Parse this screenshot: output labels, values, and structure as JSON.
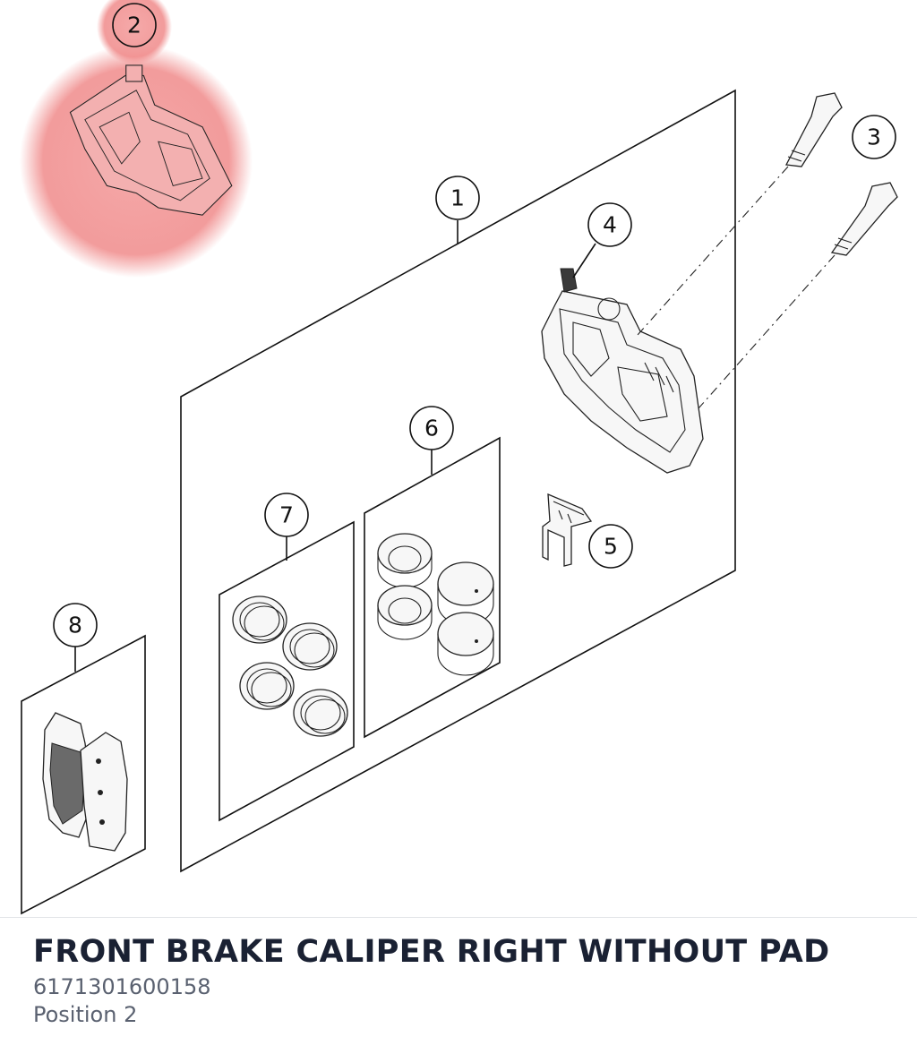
{
  "part": {
    "title": "FRONT BRAKE CALIPER RIGHT WITHOUT PAD",
    "part_number": "6171301600158",
    "position": "Position 2"
  },
  "callouts": [
    "1",
    "2",
    "3",
    "4",
    "5",
    "6",
    "7",
    "8"
  ],
  "highlight": {
    "item": "2",
    "color": "#f08a8a"
  },
  "colors": {
    "line": "#111111",
    "title": "#1a2133",
    "meta": "#5a6170"
  }
}
